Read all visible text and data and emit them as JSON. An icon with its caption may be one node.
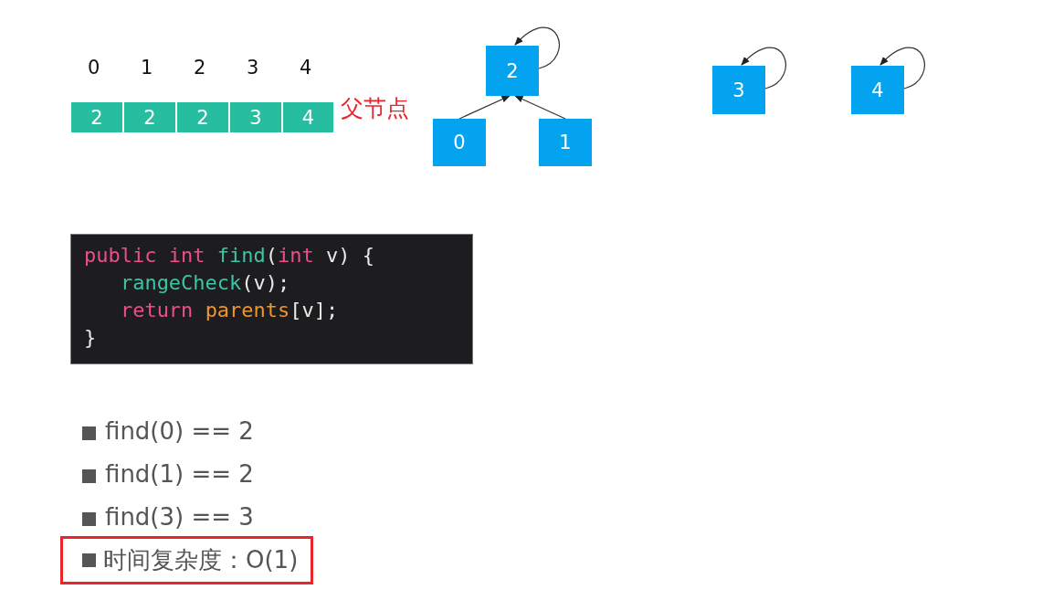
{
  "diagram": {
    "nodes": [
      {
        "text": [
          "2"
        ]
      },
      {
        "text": [
          "2"
        ]
      },
      {
        "text": [
          "2"
        ]
      },
      {
        "text": [
          "3"
        ]
      },
      {
        "text": [
          "4"
        ]
      },
      {
        "text": [
          "2"
        ]
      },
      {
        "text": [
          "0"
        ]
      },
      {
        "text": [
          "1"
        ]
      },
      {
        "text": [
          "3"
        ]
      },
      {
        "text": [
          "4"
        ]
      },
      {
        "text": [
          "public int find(int v) {",
          "rangeCheck(v);",
          "return parents[v];",
          "}"
        ]
      },
      {
        "text": [
          "时间复杂度：O(1)"
        ]
      }
    ],
    "edges": [
      {
        "from": 5,
        "to": 5,
        "arrow": "to"
      },
      {
        "from": 6,
        "to": 5,
        "arrow": "to"
      },
      {
        "from": 7,
        "to": 5,
        "arrow": "to"
      },
      {
        "from": 8,
        "to": 8,
        "arrow": "to"
      },
      {
        "from": 9,
        "to": 9,
        "arrow": "to"
      }
    ],
    "labels": [
      "0",
      "1",
      "2",
      "3",
      "4",
      "父节点",
      "find(0) == 2",
      "find(1) == 2",
      "find(3) == 3"
    ]
  }
}
